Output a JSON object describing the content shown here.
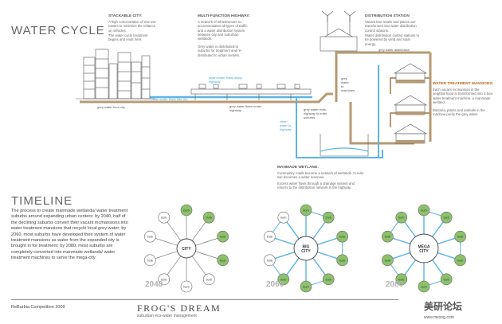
{
  "water_cycle": {
    "title": "WATER CYCLE",
    "stackable": {
      "heading": "STACKABLE CITY:",
      "body1": "A high concentration of mix-use towers to minimize the reliance on vehicles.",
      "body2": "The water cycle treatment begins and ends here."
    },
    "highway": {
      "heading": "MULTI-FUNCTION HIGHWAY:",
      "body1": "A network of infrastructure to accommodates all types of traffic and a water distribution system between city and suburban wetlands.",
      "body2": "Grey water is distributed to suburbs for treatment and re-distributed to urban centers."
    },
    "distribution": {
      "heading": "DISTRIBUTION STATION",
      "body1": "Vacant box-retails and places are transformed into water distribution control stations.",
      "body2": "Water distribution control stations to be powered by wind and solar energy."
    },
    "mansions": {
      "heading": "WATER TREATMENT MANSIONS:",
      "body1": "Each vacant mcmansion in the neighborhood is transformed into a box-water treatment machine, a manmade wetland.",
      "body2": "Bacteria, plants and animals in the machine purify the grey water."
    },
    "wetland": {
      "heading": "MANMADE WETLAND:",
      "body1": "Community roads become a network of wetlands. Cul-de-sac becomes a water reservoir.",
      "body2": "Excess water flows through a drainage system and returns to the distribution network in the highway."
    },
    "flow_labels": {
      "clean_to_city": "clean water flows into city",
      "grey_from_city": "grey water from city",
      "clean_along_highway": "clean water flows along highway",
      "grey_under_highway": "grey water flows under highway",
      "grey_exits": "grey water exits highway to enter suburbs",
      "grey_distribution": "grey water distribution",
      "grey_to_mansions": "grey water to machines",
      "clean_from_suburbs": "clean water to highway"
    }
  },
  "timeline": {
    "title": "TIMELINE",
    "text": "The process to create manmade wetlands/ water treatment suburbs around expanding urban centers: by 2040, half of the declining suburbs convert their vacant mcmansions into water treatment mansions that recycle local grey water; by 2060, most suburbs have developed their system of water treatment mansions as water from the expanded city is brought in for treatment; by 2080, most suburbs are completely converted into manmade wetlands/ water treatment machines to serve the mega-city.",
    "stages": [
      {
        "year": "2040",
        "center": "CITY",
        "node_label": "burb"
      },
      {
        "year": "2060",
        "center": "BIG CITY",
        "node_label": "burb"
      },
      {
        "year": "2080",
        "center": "MEGA CITY",
        "node_label": "burb"
      }
    ]
  },
  "footer": {
    "competition": "ReBurbia Competition 2009",
    "title": "FROG'S DREAM",
    "subtitle": "suburban eco-water management",
    "watermark": "美研论坛",
    "watermark_url": "www.mesog.com"
  },
  "colors": {
    "grey_water": "#b59a73",
    "clean_water": "#5ab4e3",
    "green": "#8cc26a",
    "line": "#555555"
  }
}
